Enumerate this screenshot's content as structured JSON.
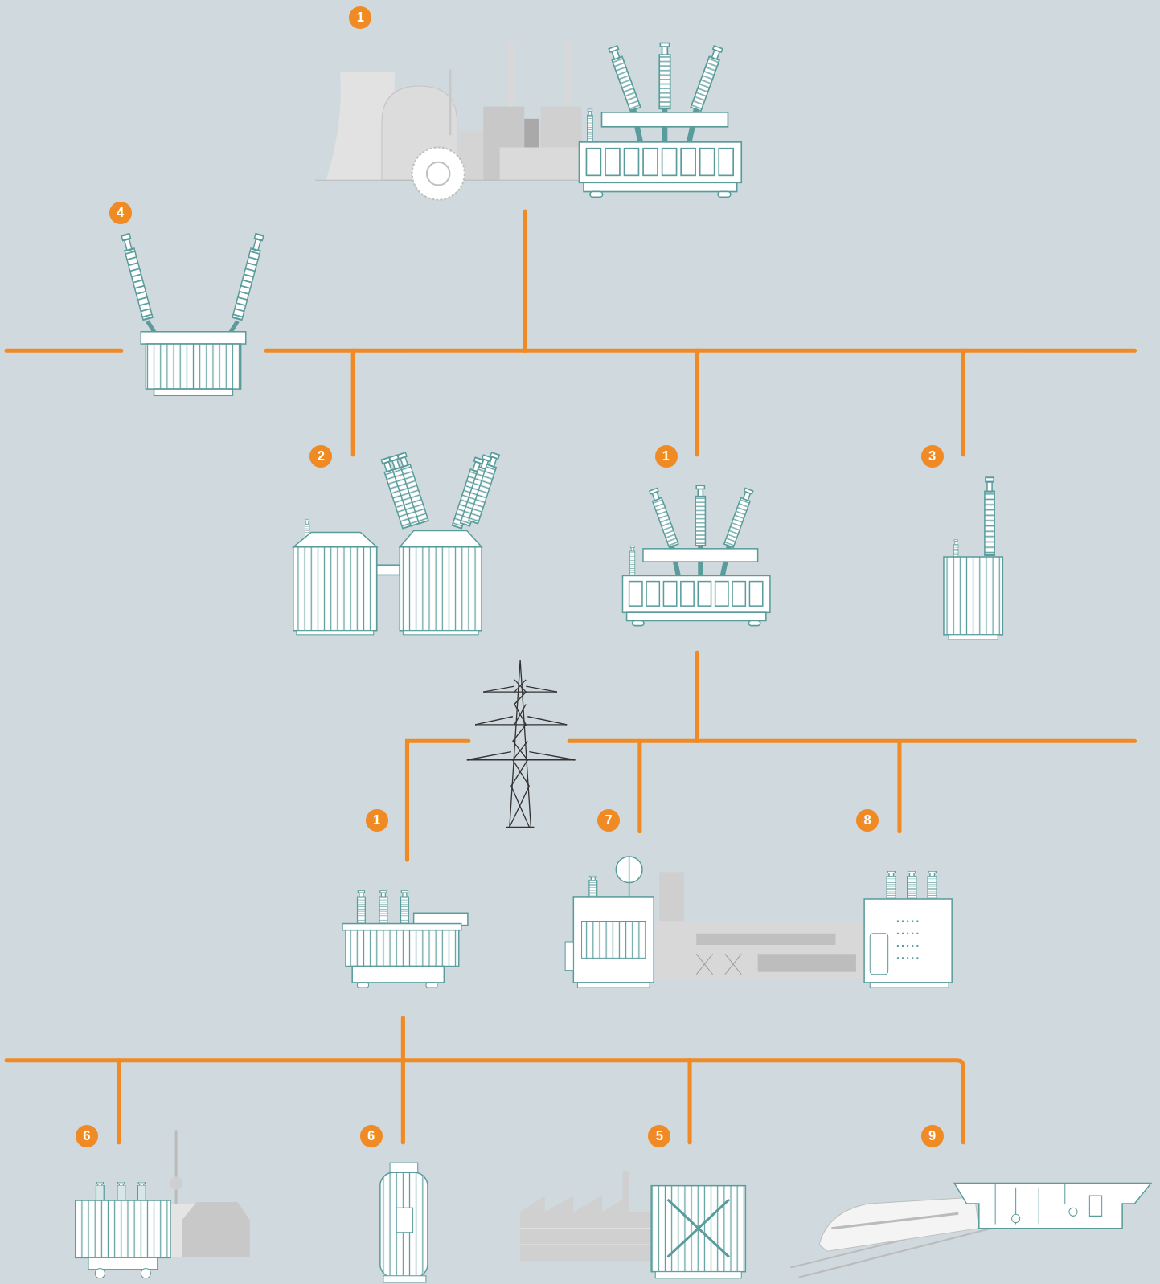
{
  "diagram": {
    "labels": [
      "1",
      "4",
      "2",
      "1",
      "3",
      "1",
      "7",
      "8",
      "6",
      "6",
      "5",
      "9"
    ]
  }
}
